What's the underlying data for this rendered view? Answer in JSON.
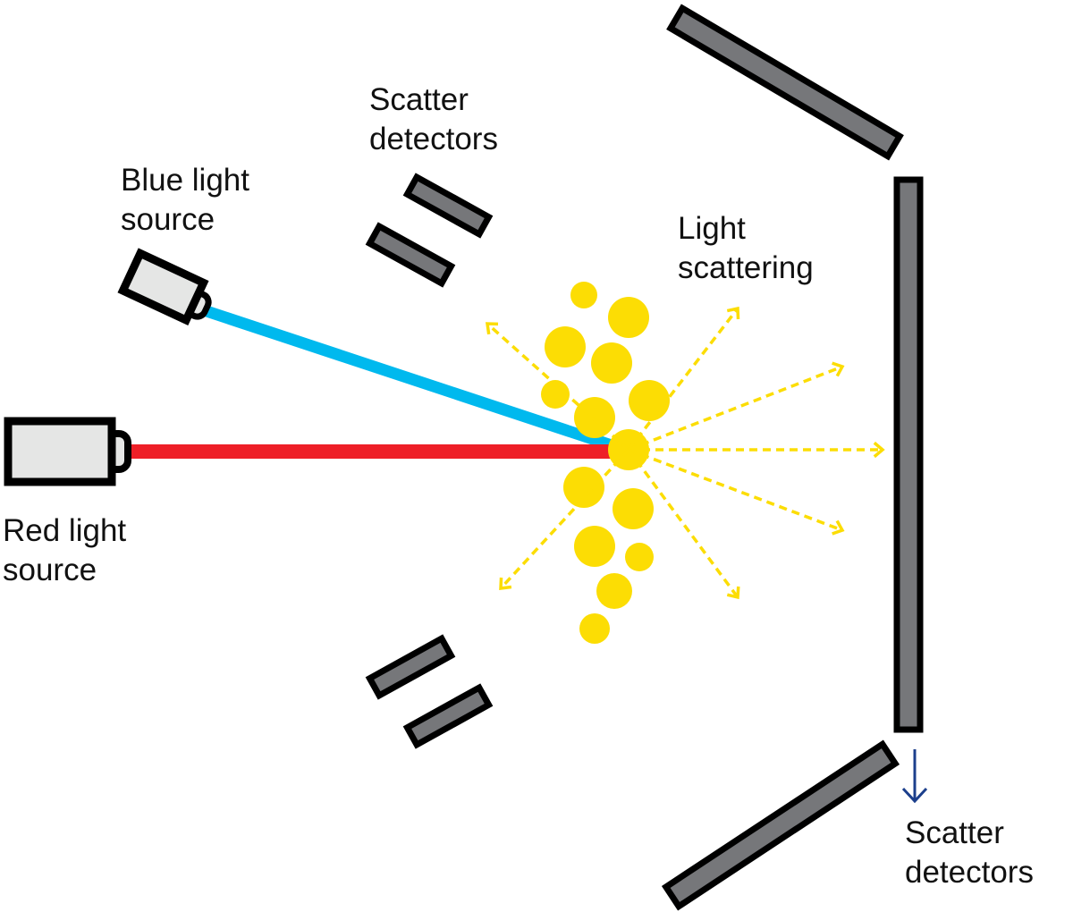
{
  "labels": {
    "blue_source": [
      "Blue light",
      "source"
    ],
    "red_source": [
      "Red light",
      "source"
    ],
    "scatter_top": [
      "Scatter",
      "detectors"
    ],
    "light_scattering": [
      "Light",
      "scattering"
    ],
    "scatter_bottom": [
      "Scatter",
      "detectors"
    ]
  },
  "colors": {
    "blue_beam": "#00b9ee",
    "red_beam": "#ee1f27",
    "particle": "#fcdd04",
    "detector": "#76777a",
    "source_body": "#e5e6e5",
    "arrow": "#1c3f8c"
  }
}
